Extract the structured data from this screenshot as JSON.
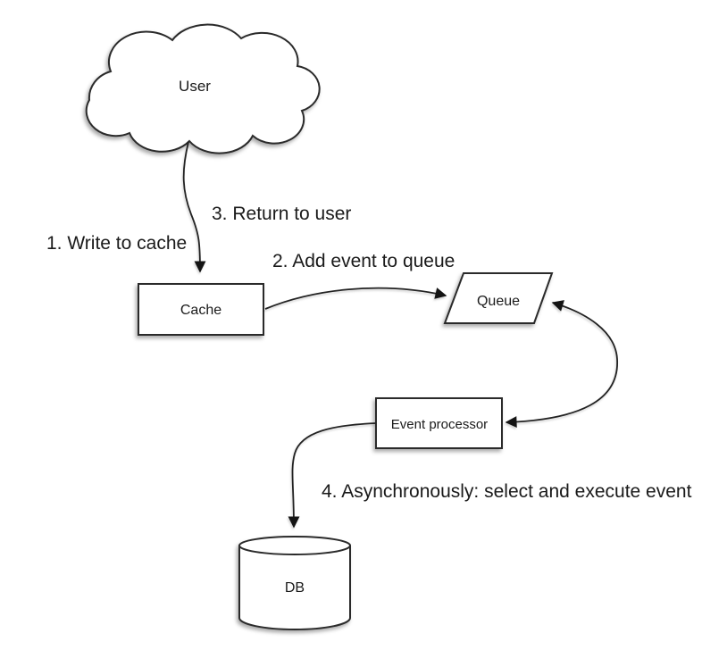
{
  "canvas": {
    "background": "#ffffff",
    "line_color": "#222222",
    "text_color": "#1a1a1a"
  },
  "nodes": {
    "user": {
      "label": "User",
      "shape": "cloud"
    },
    "cache": {
      "label": "Cache",
      "shape": "rectangle"
    },
    "queue": {
      "label": "Queue",
      "shape": "parallelogram"
    },
    "event_processor": {
      "label": "Event processor",
      "shape": "rectangle"
    },
    "db": {
      "label": "DB",
      "shape": "cylinder"
    }
  },
  "labels": {
    "step1": "1. Write to cache",
    "step2": "2. Add event to queue",
    "step3": "3. Return to user",
    "step4": "4. Asynchronously: select and execute event"
  },
  "edges": [
    {
      "name": "user-to-cache",
      "from": "user",
      "to": "cache",
      "direction": "one-way"
    },
    {
      "name": "cache-to-queue",
      "from": "cache",
      "to": "queue",
      "direction": "one-way"
    },
    {
      "name": "queue-event-processor",
      "from": "queue",
      "to": "event_processor",
      "direction": "bidirectional"
    },
    {
      "name": "event-processor-to-db",
      "from": "event_processor",
      "to": "db",
      "direction": "one-way"
    }
  ]
}
